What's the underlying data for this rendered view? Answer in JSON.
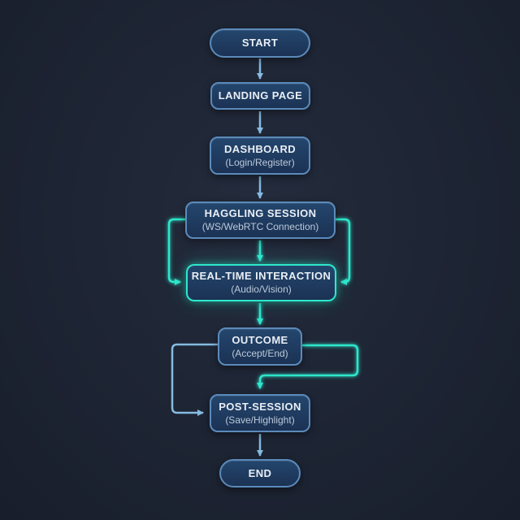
{
  "diagram": {
    "type": "flowchart",
    "background_color": "#1d2433",
    "colors": {
      "node_fill_top": "#24466d",
      "node_fill_bottom": "#1b3254",
      "node_border": "#5b8aba",
      "arrow_blue": "#85bbe0",
      "accent_teal": "#2fe7cc",
      "title_text": "#e9eef5",
      "subtitle_text": "#bcc9da"
    },
    "nodes": [
      {
        "id": "start",
        "label": "START",
        "sublabel": "",
        "shape": "pill"
      },
      {
        "id": "landing",
        "label": "LANDING PAGE",
        "sublabel": "",
        "shape": "rect"
      },
      {
        "id": "dashboard",
        "label": "DASHBOARD",
        "sublabel": "(Login/Register)",
        "shape": "rect"
      },
      {
        "id": "haggling",
        "label": "HAGGLING SESSION",
        "sublabel": "(WS/WebRTC Connection)",
        "shape": "rect"
      },
      {
        "id": "realtime",
        "label": "REAL-TIME INTERACTION",
        "sublabel": "(Audio/Vision)",
        "shape": "rect",
        "highlight": "teal-glow"
      },
      {
        "id": "outcome",
        "label": "OUTCOME",
        "sublabel": "(Accept/End)",
        "shape": "rect"
      },
      {
        "id": "post_session",
        "label": "POST-SESSION",
        "sublabel": "(Save/Highlight)",
        "shape": "rect"
      },
      {
        "id": "end",
        "label": "END",
        "sublabel": "",
        "shape": "pill"
      }
    ],
    "edges": [
      {
        "from": "start",
        "to": "landing",
        "color": "blue",
        "style": "straight-down"
      },
      {
        "from": "landing",
        "to": "dashboard",
        "color": "blue",
        "style": "straight-down"
      },
      {
        "from": "dashboard",
        "to": "haggling",
        "color": "blue",
        "style": "straight-down"
      },
      {
        "from": "haggling",
        "to": "realtime",
        "color": "teal",
        "style": "straight-down"
      },
      {
        "from": "haggling",
        "to": "realtime",
        "color": "teal",
        "style": "loop-left"
      },
      {
        "from": "haggling",
        "to": "realtime",
        "color": "teal",
        "style": "loop-right"
      },
      {
        "from": "realtime",
        "to": "outcome",
        "color": "teal",
        "style": "straight-down"
      },
      {
        "from": "outcome",
        "to": "post_session",
        "color": "blue",
        "style": "loop-left"
      },
      {
        "from": "outcome",
        "to": "post_session",
        "color": "teal",
        "style": "loop-right-into-top"
      },
      {
        "from": "post_session",
        "to": "end",
        "color": "blue",
        "style": "straight-down"
      }
    ]
  }
}
